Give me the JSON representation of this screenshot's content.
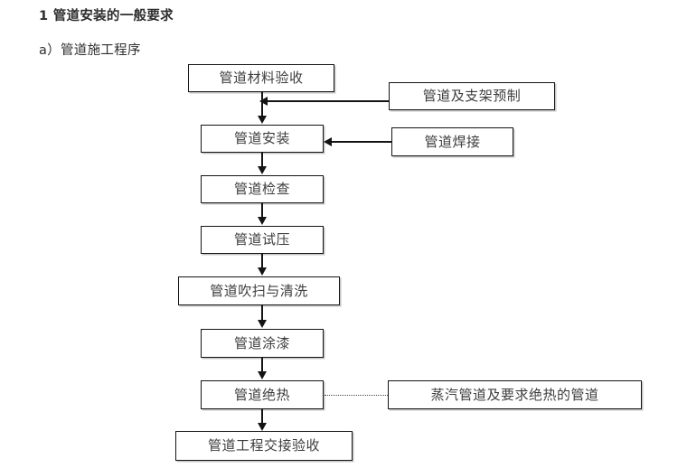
{
  "document": {
    "title": "1 管道安装的一般要求",
    "subtitle": "a）管道施工程序"
  },
  "flowchart": {
    "type": "flowchart",
    "orientation": "top-to-bottom",
    "main_sequence": [
      {
        "id": "material-acceptance",
        "label": "管道材料验收"
      },
      {
        "id": "pipe-installation",
        "label": "管道安装"
      },
      {
        "id": "pipe-inspection",
        "label": "管道检查"
      },
      {
        "id": "pressure-test",
        "label": "管道试压"
      },
      {
        "id": "purge-and-clean",
        "label": "管道吹扫与清洗"
      },
      {
        "id": "painting",
        "label": "管道涂漆"
      },
      {
        "id": "insulation",
        "label": "管道绝热"
      },
      {
        "id": "handover-acceptance",
        "label": "管道工程交接验收"
      }
    ],
    "side_nodes": [
      {
        "id": "prefabrication",
        "label": "管道及支架预制"
      },
      {
        "id": "welding",
        "label": "管道焊接"
      },
      {
        "id": "steam-insulation-note",
        "label": "蒸汽管道及要求绝热的管道"
      }
    ],
    "edges": [
      {
        "from": "material-acceptance",
        "to": "pipe-installation",
        "style": "solid-arrow"
      },
      {
        "from": "prefabrication",
        "to": "material-acceptance-to-installation-link",
        "style": "solid-arrow-left"
      },
      {
        "from": "welding",
        "to": "pipe-installation",
        "style": "solid-arrow-left"
      },
      {
        "from": "pipe-installation",
        "to": "pipe-inspection",
        "style": "solid-arrow"
      },
      {
        "from": "pipe-inspection",
        "to": "pressure-test",
        "style": "solid-arrow"
      },
      {
        "from": "pressure-test",
        "to": "purge-and-clean",
        "style": "solid-arrow"
      },
      {
        "from": "purge-and-clean",
        "to": "painting",
        "style": "solid-arrow"
      },
      {
        "from": "painting",
        "to": "insulation",
        "style": "solid-arrow"
      },
      {
        "from": "insulation",
        "to": "steam-insulation-note",
        "style": "dotted"
      },
      {
        "from": "insulation",
        "to": "handover-acceptance",
        "style": "solid-arrow"
      }
    ],
    "colors": {
      "box_border": "#141414",
      "box_fill": "#ffffff",
      "text": "#3d3d3d",
      "connector": "#141414",
      "dotted_connector": "#4a4a4a"
    }
  }
}
